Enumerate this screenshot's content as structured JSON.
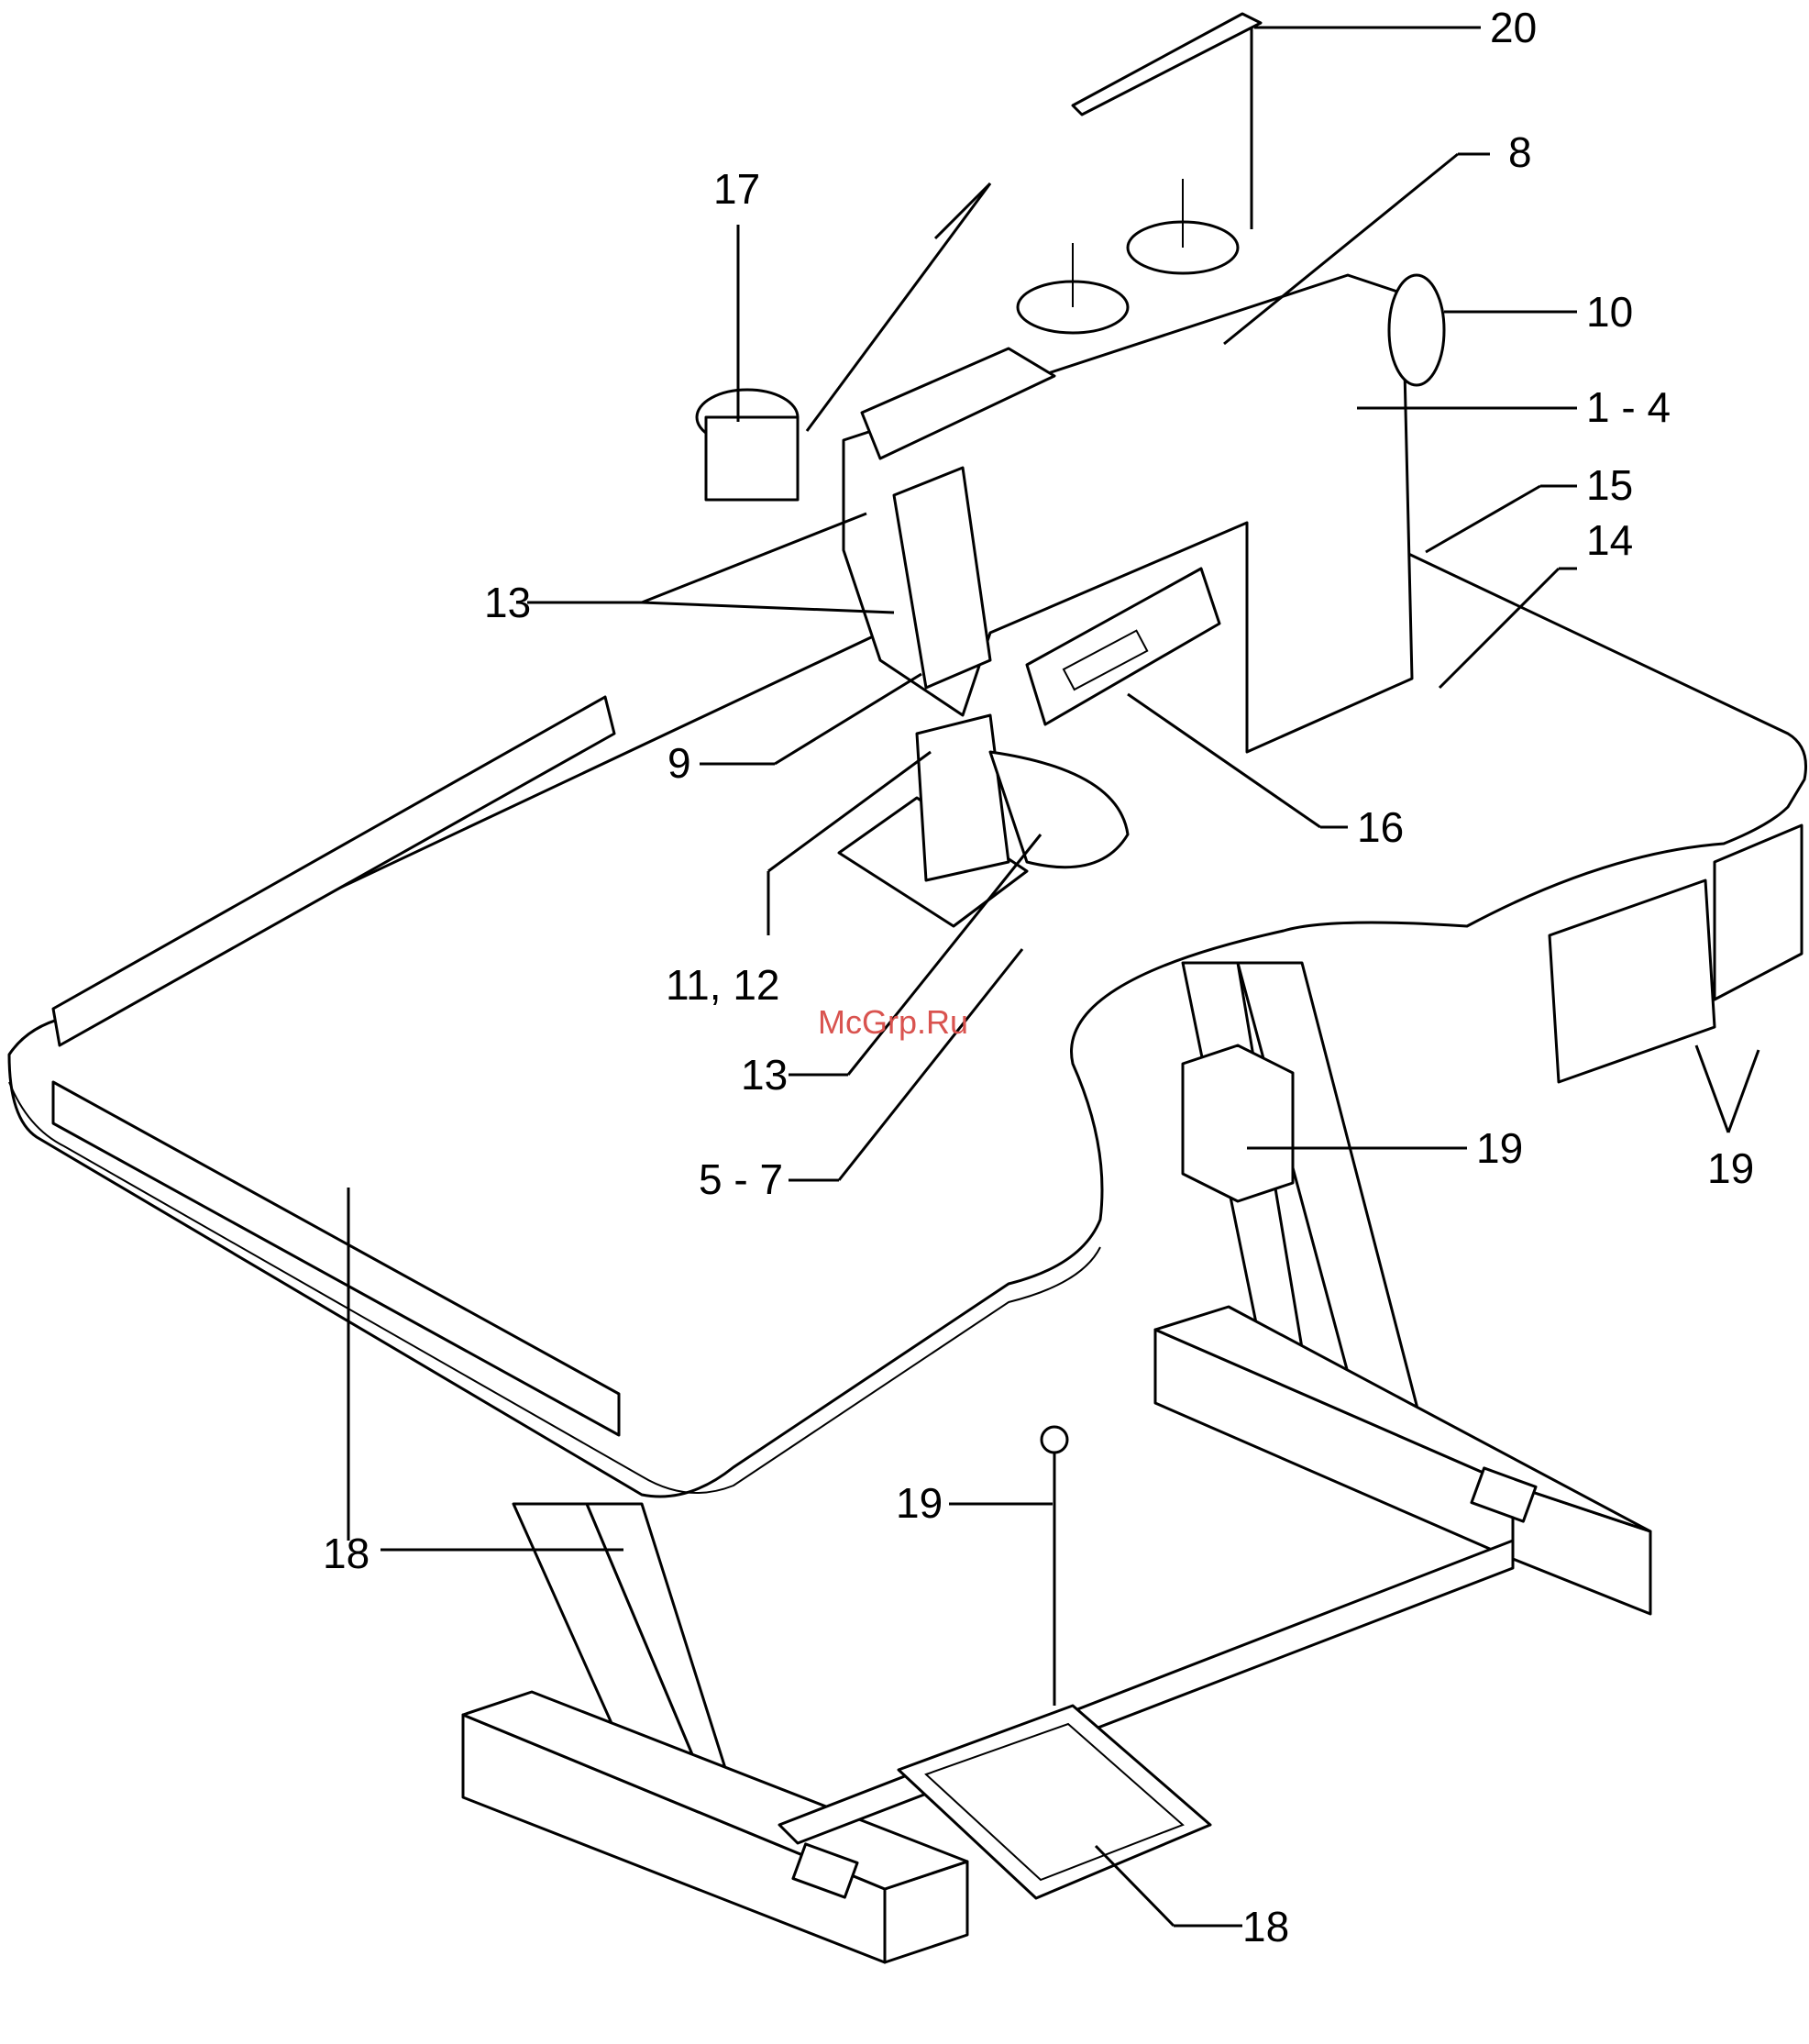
{
  "labels": {
    "l20": "20",
    "l8": "8",
    "l10": "10",
    "l1_4": "1 - 4",
    "l15": "15",
    "l14": "14",
    "l17": "17",
    "l13_top": "13",
    "l9": "9",
    "l16": "16",
    "l11_12": "11, 12",
    "l13_bottom": "13",
    "l5_7": "5 - 7",
    "l19_motor": "19",
    "l19_switches": "19",
    "l18_table": "18",
    "l19_rod": "19",
    "l18_pedal": "18"
  },
  "watermark": "McGrp.Ru"
}
